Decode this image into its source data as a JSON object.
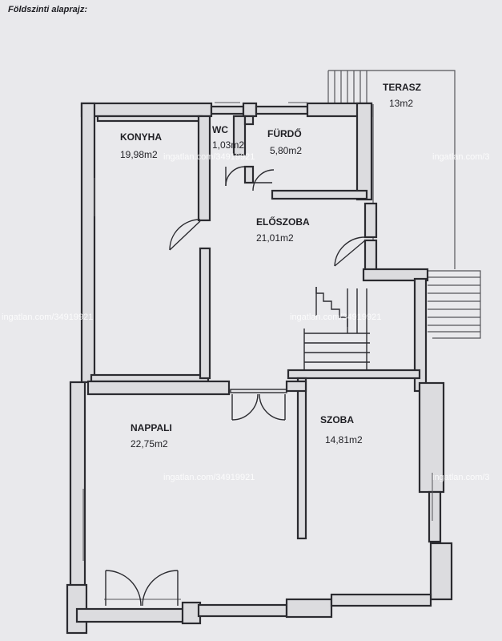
{
  "title": "Földszinti alaprajz:",
  "rooms": {
    "terasz": {
      "name": "TERASZ",
      "area": "13m2"
    },
    "konyha": {
      "name": "KONYHA",
      "area": "19,98m2"
    },
    "wc": {
      "name": "WC",
      "area": "1,03m2"
    },
    "furdo": {
      "name": "FÜRDŐ",
      "area": "5,80m2"
    },
    "eloszoba": {
      "name": "ELŐSZOBA",
      "area": "21,01m2"
    },
    "nappali": {
      "name": "NAPPALI",
      "area": "22,75m2"
    },
    "szoba": {
      "name": "SZOBA",
      "area": "14,81m2"
    }
  },
  "watermark": "ingatlan.com/34919921",
  "watermark_cut": "ingatlan.com/3",
  "colors": {
    "wall": "#2b2b30",
    "wall_fill": "#dcdcdf",
    "paper": "#e9e9ec",
    "thin_line": "#55555a"
  }
}
